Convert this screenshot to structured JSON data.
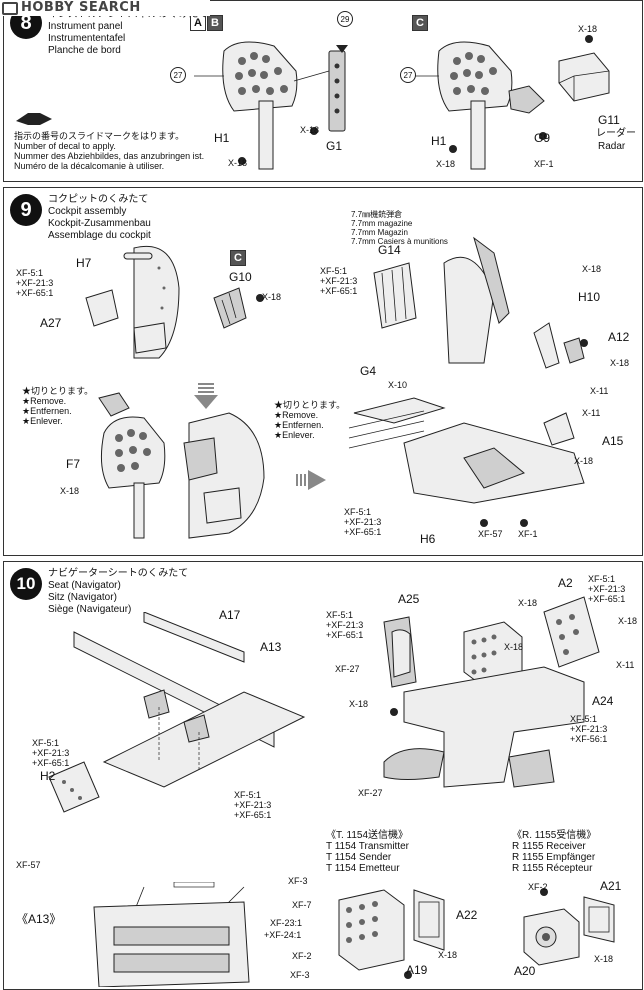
{
  "watermark": {
    "text": "HOBBY SEARCH"
  },
  "step8": {
    "number": "8",
    "title_jp": "インストルメントパネルのくみたて",
    "title_en": "Instrument panel",
    "title_de": "Instrumententafel",
    "title_fr": "Planche de bord",
    "badge_a": "A",
    "badge_b": "B",
    "badge_c": "C",
    "decal_jp": "指示の番号のスライドマークをはります。",
    "decal_en": "Number of decal to apply.",
    "decal_de": "Nummer des Abziehbildes, das anzubringen ist.",
    "decal_fr": "Numéro de la décalcomanie à utiliser.",
    "decal_27a": "27",
    "decal_27b": "27",
    "decal_29": "29",
    "h1a": "H1",
    "h1a_paint": "X-18",
    "g1": "G1",
    "g1_paint": "X-18",
    "h1b": "H1",
    "h1b_paint": "X-18",
    "g9": "G9",
    "g9_paint": "XF-1",
    "g11": "G11",
    "g11_jp": "レーダー",
    "g11_en": "Radar",
    "radar_paint": "X-18"
  },
  "step9": {
    "number": "9",
    "title_jp": "コクピットのくみたて",
    "title_en": "Cockpit assembly",
    "title_de": "Kockpit-Zusammenbau",
    "title_fr": "Assemblage du cockpit",
    "badge_c": "C",
    "mag_jp": "7.7㎜機銃弾倉",
    "mag_en": "7.7mm magazine",
    "mag_de": "7.7mm Magazin",
    "mag_fr": "7.7mm Casiers à munitions",
    "h7": "H7",
    "a27": "A27",
    "a27_paint": [
      "XF-5:1",
      "+XF-21:3",
      "+XF-65:1"
    ],
    "g10": "G10",
    "g10_paint": "X-18",
    "g14": "G14",
    "g14_paint": [
      "XF-5:1",
      "+XF-21:3",
      "+XF-65:1"
    ],
    "remove_jp": "★切りとります。",
    "remove_en": "★Remove.",
    "remove_de": "★Entfernen.",
    "remove_fr": "★Enlever.",
    "f7": "F7",
    "f7_paint": "X-18",
    "g4": "G4",
    "g4_paint": "X-10",
    "remove2_jp": "★切りとります。",
    "remove2_en": "★Remove.",
    "remove2_de": "★Entfernen.",
    "remove2_fr": "★Enlever.",
    "h10": "H10",
    "h10_paint": "X-18",
    "a12": "A12",
    "a12_paint": "X-18",
    "x11a": "X-11",
    "x11b": "X-11",
    "a15": "A15",
    "a15_paint": "X-18",
    "h6": "H6",
    "h6_paint": [
      "XF-5:1",
      "+XF-21:3",
      "+XF-65:1"
    ],
    "xf57": "XF-57",
    "xf1": "XF-1"
  },
  "step10": {
    "number": "10",
    "title_jp": "ナビゲーターシートのくみたて",
    "title_en": "Seat (Navigator)",
    "title_de": "Sitz (Navigator)",
    "title_fr": "Siège (Navigateur)",
    "a17": "A17",
    "a13": "A13",
    "h2": "H2",
    "h2_paint": [
      "XF-5:1",
      "+XF-21:3",
      "+XF-65:1"
    ],
    "h2_bottom": "XF-57",
    "a13_paint": [
      "XF-5:1",
      "+XF-21:3",
      "+XF-65:1"
    ],
    "a13_ref": "《A13》",
    "a25": "A25",
    "a25_paint": [
      "XF-5:1",
      "+XF-21:3",
      "+XF-65:1"
    ],
    "xf27a": "XF-27",
    "x18a": "X-18",
    "xf27b": "XF-27",
    "a2": "A2",
    "a2_paint": [
      "XF-5:1",
      "+XF-21:3",
      "+XF-65:1"
    ],
    "a2_x18a": "X-18",
    "a2_x18b": "X-18",
    "a2_x18c": "X-18",
    "a2_x11": "X-11",
    "a24": "A24",
    "a24_paint": [
      "XF-5:1",
      "+XF-21:3",
      "+XF-56:1"
    ],
    "t1154_head": "《T. 1154送信機》",
    "t1154_en": "T 1154 Transmitter",
    "t1154_de": "T 1154 Sender",
    "t1154_fr": "T 1154 Emetteur",
    "r1155_head": "《R. 1155受信機》",
    "r1155_en": "R 1155 Receiver",
    "r1155_de": "R 1155 Empfänger",
    "r1155_fr": "R 1155 Récepteur",
    "t_xf3a": "XF-3",
    "t_xf7": "XF-7",
    "t_xf23": "XF-23:1",
    "t_xf24": "+XF-24:1",
    "t_xf2": "XF-2",
    "t_xf3b": "XF-3",
    "a22": "A22",
    "a19": "A19",
    "a19_paint": "X-18",
    "r_xf2": "XF-2",
    "a21": "A21",
    "a20": "A20",
    "a20_paint": "X-18"
  }
}
